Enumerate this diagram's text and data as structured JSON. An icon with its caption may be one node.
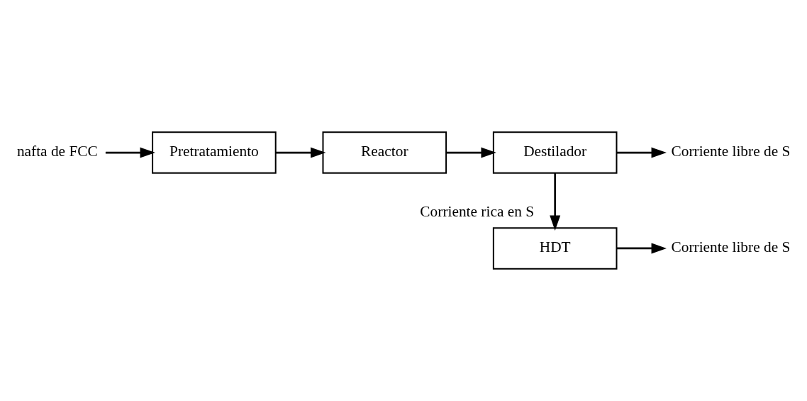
{
  "diagram": {
    "nodes": [
      {
        "text": [
          "nafta de FCC"
        ]
      },
      {
        "text": [
          "Pretratamiento"
        ]
      },
      {
        "text": [
          "Reactor"
        ]
      },
      {
        "text": [
          "Destilador"
        ]
      },
      {
        "text": [
          "HDT"
        ]
      },
      {
        "text": [
          "Corriente libre de S"
        ]
      },
      {
        "text": [
          "Corriente libre de S"
        ]
      }
    ],
    "edges": [
      {
        "from": 0,
        "to": 1,
        "arrow": "to"
      },
      {
        "from": 1,
        "to": 2,
        "arrow": "to"
      },
      {
        "from": 2,
        "to": 3,
        "arrow": "to"
      },
      {
        "from": 3,
        "to": 5,
        "arrow": "to"
      },
      {
        "from": 3,
        "to": 4,
        "arrow": "to",
        "label": "Corriente rica en S"
      },
      {
        "from": 4,
        "to": 6,
        "arrow": "to"
      }
    ]
  }
}
